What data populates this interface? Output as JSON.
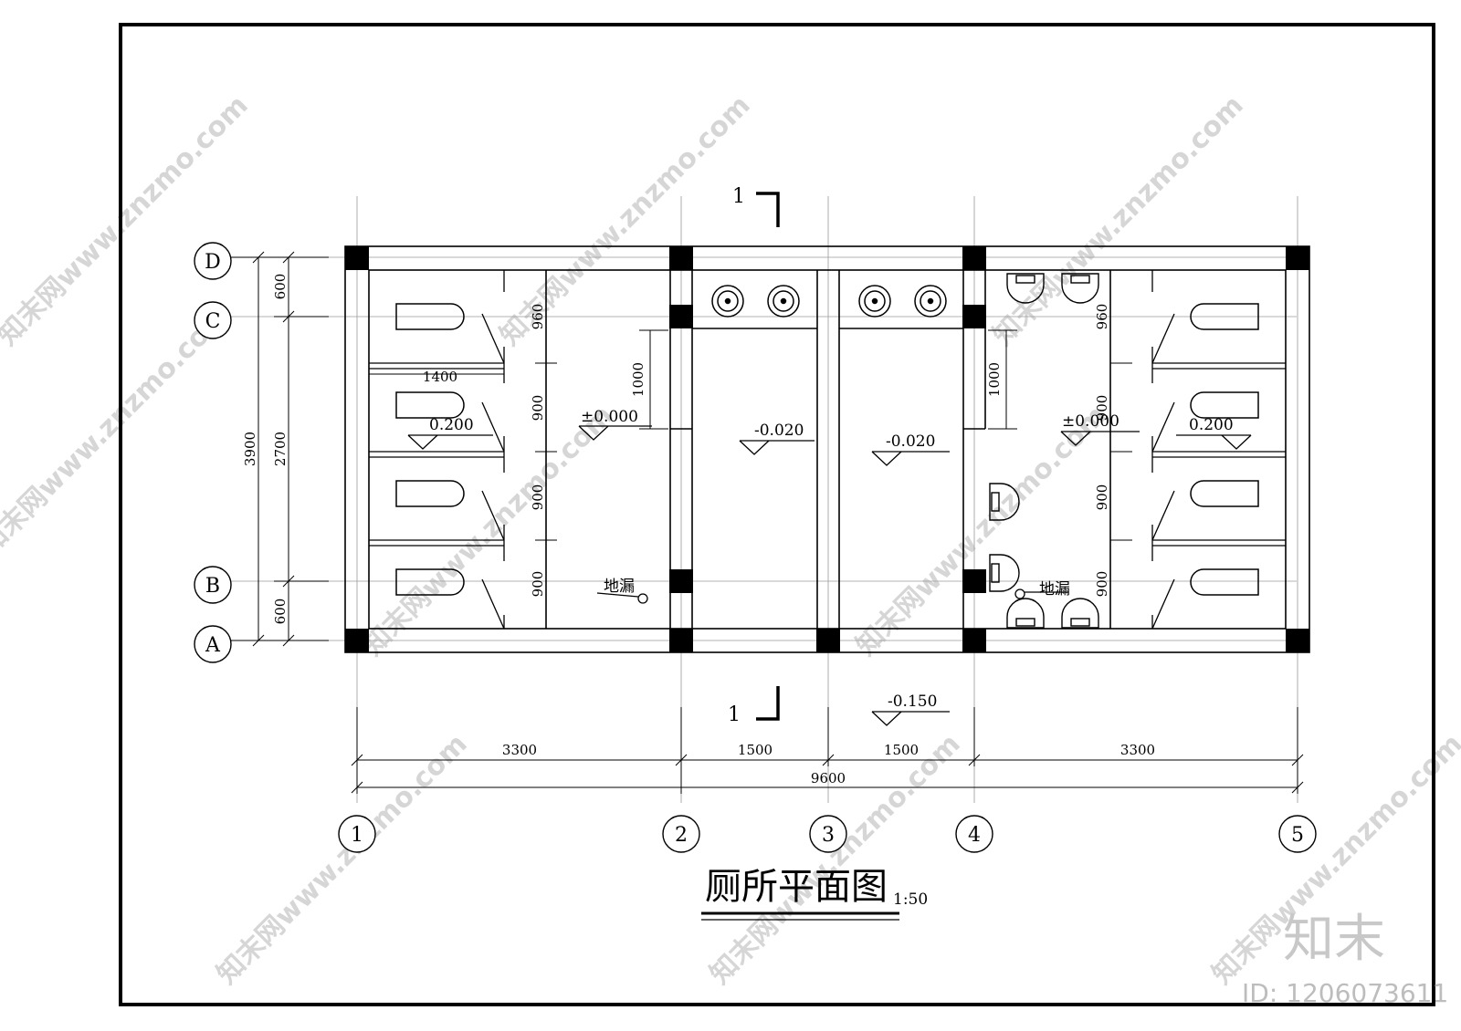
{
  "title": "厕所平面图",
  "scale": "1:50",
  "section_mark": "1",
  "grid_rows": [
    "D",
    "C",
    "B",
    "A"
  ],
  "grid_cols": [
    "1",
    "2",
    "3",
    "4",
    "5"
  ],
  "dims_bottom": [
    "3300",
    "1500",
    "1500",
    "3300"
  ],
  "dim_total": "9600",
  "dims_left_outer": "3900",
  "dims_left_mid": [
    "600",
    "2700",
    "600"
  ],
  "dims_stall_left": [
    "960",
    "900",
    "900",
    "900"
  ],
  "dims_stall_right": [
    "960",
    "900",
    "900",
    "900"
  ],
  "dim_stall_width": "1400",
  "dim_partition": "1000",
  "levels": {
    "stall_left": "0.200",
    "stall_right": "0.200",
    "toilet_left": "±0.000",
    "toilet_right": "±0.000",
    "wash_left": "-0.020",
    "wash_right": "-0.020",
    "outside": "-0.150"
  },
  "floor_drain": "地漏",
  "watermark": "知末网www.znzmo.com",
  "brand": "知末",
  "image_id": "ID: 1206073611"
}
